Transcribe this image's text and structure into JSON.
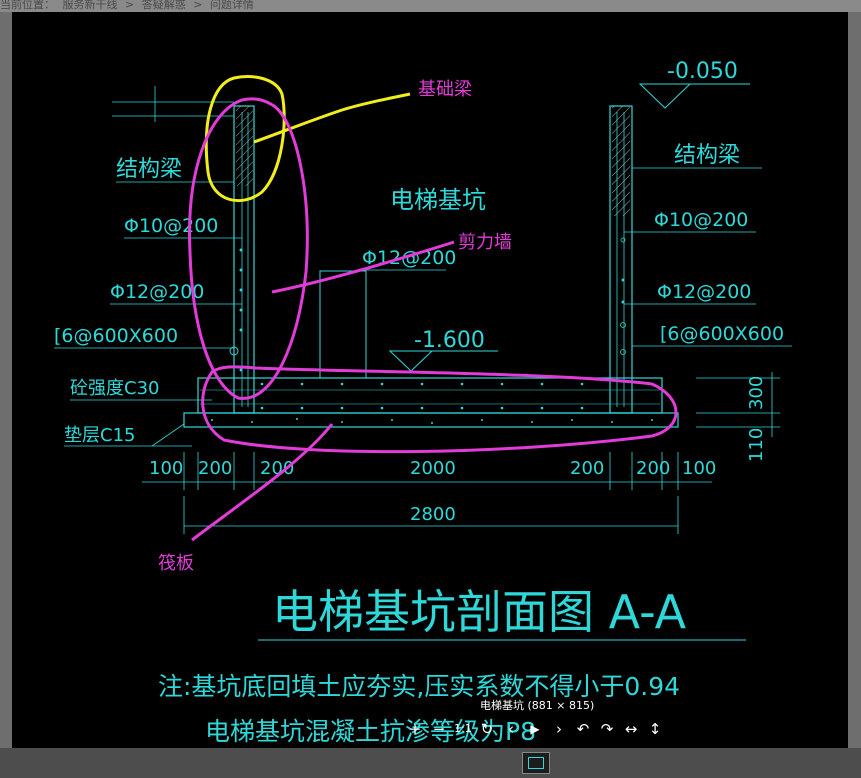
{
  "breadcrumb": {
    "items": [
      "当前位置：",
      "服务新干线",
      ">",
      "答疑解惑",
      ">",
      "问题详情"
    ]
  },
  "drawing": {
    "title": "电梯基坑剖面图  A-A",
    "pit_label": "电梯基坑",
    "labels": {
      "struct_beam_left": "结构梁",
      "struct_beam_right": "结构梁",
      "rebar_phi10_left": "Φ10@200",
      "rebar_phi10_right": "Φ10@200",
      "rebar_phi12_left": "Φ12@200",
      "rebar_phi12_right": "Φ12@200",
      "rebar_phi12_center": "Φ12@200",
      "tie_left": "[6@600X600",
      "tie_right": "[6@600X600",
      "concrete": "砼强度C30",
      "cushion": "垫层C15"
    },
    "elevations": {
      "top": "-0.050",
      "bottom": "-1.600"
    },
    "dimensions": {
      "d100_left": "100",
      "d200_a": "200",
      "d200_b": "200",
      "d2000": "2000",
      "d200_c": "200",
      "d200_d": "200",
      "d100_right": "100",
      "total": "2800",
      "h300": "300",
      "h110": "110"
    },
    "notes": {
      "line1": "注:基坑底回填土应夯实,压实系数不得小于0.94",
      "line2": "电梯基坑混凝土抗渗等级为P8"
    },
    "annotations": {
      "foundation_beam": "基础梁",
      "shear_wall": "剪力墙",
      "raft": "筏板"
    }
  },
  "colors": {
    "cad_cyan": "#2fd8d8",
    "annotation_magenta": "#e23cd8",
    "annotation_yellow": "#f2ee1e",
    "hatch_white": "#d8d8d8"
  },
  "viewer": {
    "caption": "电梯基坑 (881 × 815)",
    "toolbar": {
      "zoom_in": "+",
      "zoom_out": "−",
      "actual_size": "1:1",
      "reset": "↻",
      "prev": "‹",
      "play": "▶",
      "next": "›",
      "rotate_left": "↶",
      "rotate_right": "↷",
      "flip_horizontal": "↔",
      "flip_vertical": "↕"
    }
  }
}
